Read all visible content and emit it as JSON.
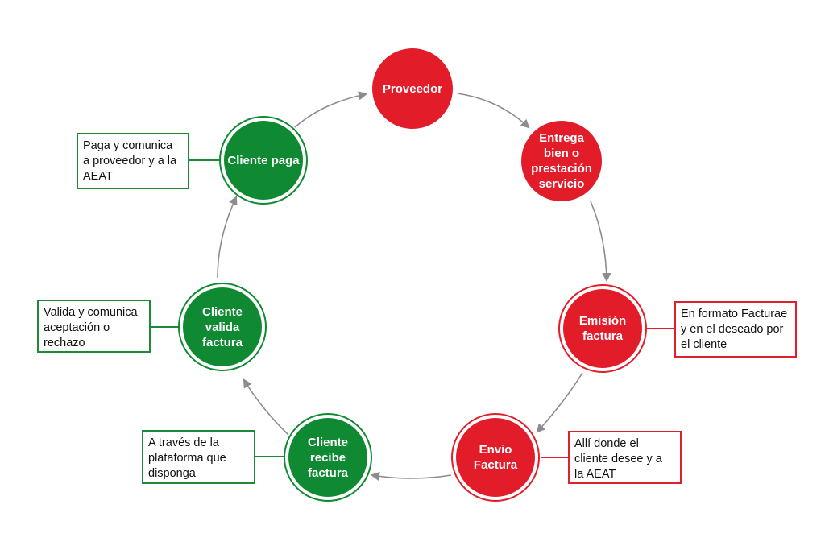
{
  "colors": {
    "red": "#e31c2a",
    "green": "#0f8a33",
    "arrow": "#8c8c8c"
  },
  "nodes": [
    {
      "id": "proveedor",
      "label": "Proveedor",
      "color": "red",
      "ring": false
    },
    {
      "id": "entrega",
      "label": "Entrega\nbien o\nprestación\nservicio",
      "color": "red",
      "ring": false
    },
    {
      "id": "emision",
      "label": "Emisión\nfactura",
      "color": "red",
      "ring": true
    },
    {
      "id": "envio",
      "label": "Envio\nFactura",
      "color": "red",
      "ring": true
    },
    {
      "id": "recibe",
      "label": "Cliente\nrecibe\nfactura",
      "color": "green",
      "ring": true
    },
    {
      "id": "valida",
      "label": "Cliente\nvalida\nfactura",
      "color": "green",
      "ring": true
    },
    {
      "id": "paga",
      "label": "Cliente paga",
      "color": "green",
      "ring": true
    }
  ],
  "notes": {
    "paga": "Paga y comunica\na proveedor y a la\nAEAT",
    "valida": "Valida y comunica\naceptación o\nrechazo",
    "recibe": "A través de la\nplataforma que\ndisponga",
    "emision": "En formato Facturae\ny en el deseado por\nel cliente",
    "envio": "Allí donde el\ncliente desee y a\nla AEAT"
  }
}
